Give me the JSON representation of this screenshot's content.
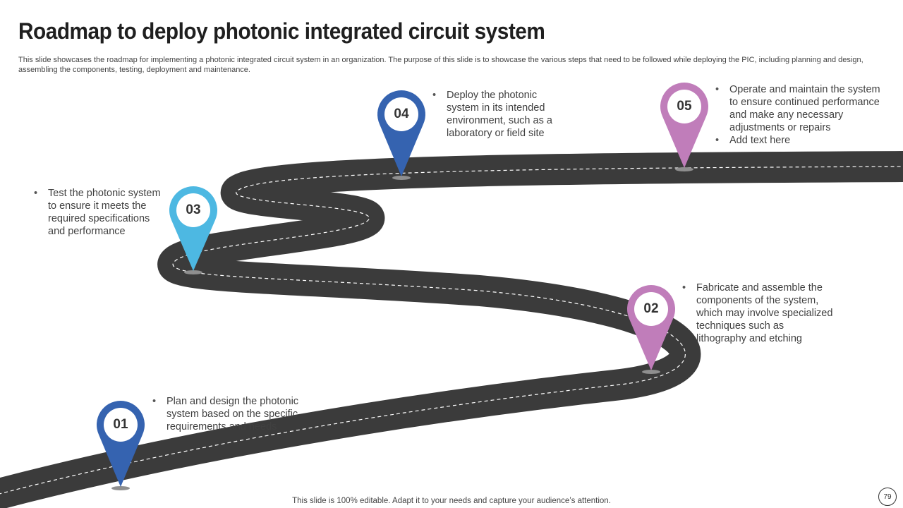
{
  "title": "Roadmap to deploy photonic integrated circuit system",
  "subtitle": "This slide showcases the roadmap for implementing a photonic integrated circuit system in an organization. The purpose of this slide is to showcase the various steps that need to be followed while deploying the PIC, including planning and design, assembling the components, testing, deployment and maintenance.",
  "steps": [
    {
      "number": "01",
      "color": "#3563b0",
      "bullets": [
        "Plan and design the photonic system based on the specific requirements and needs"
      ]
    },
    {
      "number": "02",
      "color": "#c07dba",
      "bullets": [
        "Fabricate and assemble the components of the system, which may involve specialized techniques such as lithography and etching"
      ]
    },
    {
      "number": "03",
      "color": "#4db8e2",
      "bullets": [
        "Test the photonic system to ensure it meets the required specifications and performance"
      ]
    },
    {
      "number": "04",
      "color": "#3563b0",
      "bullets": [
        "Deploy the photonic system in its intended environment, such as a laboratory or field site"
      ]
    },
    {
      "number": "05",
      "color": "#c07dba",
      "bullets": [
        "Operate and maintain the system to ensure continued performance and make any necessary adjustments or repairs",
        "Add text here"
      ]
    }
  ],
  "road_color": "#3b3b3b",
  "footer": "This slide is 100% editable. Adapt it to your needs and capture your audience’s attention.",
  "page_number": "79"
}
